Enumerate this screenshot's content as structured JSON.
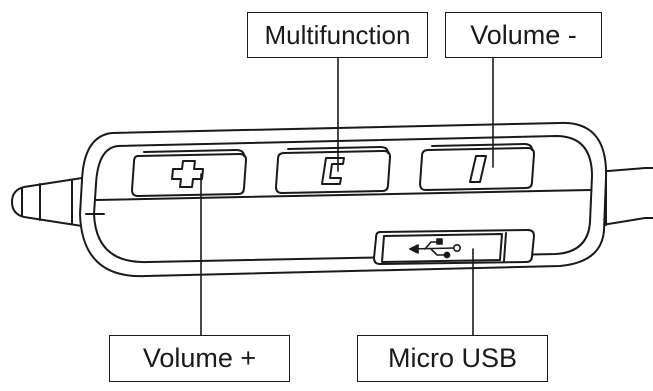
{
  "labels": {
    "multifunction": "Multifunction",
    "volume_down": "Volume -",
    "volume_up": "Volume +",
    "micro_usb": "Micro USB"
  },
  "buttons": [
    {
      "id": "volume-up",
      "glyph": "plus"
    },
    {
      "id": "multifunction",
      "glyph": "letter-c"
    },
    {
      "id": "volume-down",
      "glyph": "bar"
    }
  ],
  "port": {
    "id": "micro-usb",
    "icon": "usb-icon"
  },
  "colors": {
    "stroke": "#1a1a1a",
    "background": "#ffffff"
  }
}
